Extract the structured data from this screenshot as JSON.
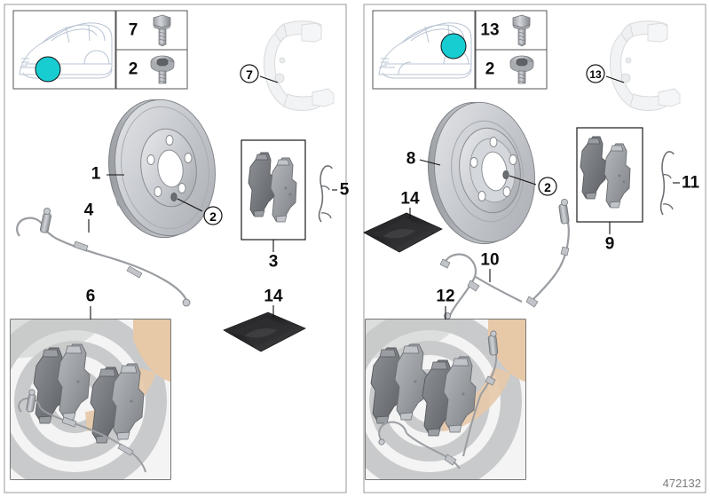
{
  "diagram": {
    "id": "472132",
    "type": "exploded-parts-diagram",
    "subject": "Brake discs, brake pads and wear sensors",
    "panel_count": 2
  },
  "panels": [
    {
      "key": "left",
      "name": "front-axle-panel",
      "position_marker": "front-wheel",
      "inset": {
        "name": "vehicle-location-inset",
        "vehicle_outline": "sedan-three-quarter-front",
        "highlight_color": "#18cdd2",
        "highlight_location": "front-wheel"
      },
      "fastener_insets": [
        {
          "number": "7",
          "icon": "hex-flange-bolt"
        },
        {
          "number": "2",
          "icon": "countersunk-allen-screw"
        }
      ],
      "parts": [
        {
          "number": "1",
          "name": "brake-disc-ventilated-front",
          "style": "solid"
        },
        {
          "number": "2",
          "name": "disc-retaining-screw",
          "style": "callout-circle"
        },
        {
          "number": "3",
          "name": "brake-pad-set-front",
          "style": "boxed"
        },
        {
          "number": "4",
          "name": "brake-pad-wear-sensor-front",
          "style": "solid"
        },
        {
          "number": "5",
          "name": "retaining-spring-clip-front",
          "style": "solid"
        },
        {
          "number": "6",
          "name": "value-line-brake-pad-kit-front",
          "style": "boxed-photo"
        },
        {
          "number": "7",
          "name": "caliper-carrier-bracket-front",
          "style": "ghosted"
        },
        {
          "number": "14",
          "name": "anti-squeal-paste-sachet",
          "style": "solid"
        }
      ]
    },
    {
      "key": "right",
      "name": "rear-axle-panel",
      "position_marker": "rear-wheel",
      "inset": {
        "name": "vehicle-location-inset",
        "vehicle_outline": "sedan-three-quarter-front",
        "highlight_color": "#18cdd2",
        "highlight_location": "rear-wheel"
      },
      "fastener_insets": [
        {
          "number": "13",
          "icon": "hex-flange-bolt"
        },
        {
          "number": "2",
          "icon": "countersunk-allen-screw"
        }
      ],
      "parts": [
        {
          "number": "8",
          "name": "brake-disc-solid-rear",
          "style": "solid"
        },
        {
          "number": "2",
          "name": "disc-retaining-screw",
          "style": "callout-circle"
        },
        {
          "number": "9",
          "name": "brake-pad-set-rear",
          "style": "boxed"
        },
        {
          "number": "10",
          "name": "brake-pad-wear-sensor-rear",
          "style": "solid"
        },
        {
          "number": "11",
          "name": "retaining-spring-clip-rear",
          "style": "solid"
        },
        {
          "number": "12",
          "name": "value-line-brake-pad-kit-rear",
          "style": "boxed-photo"
        },
        {
          "number": "13",
          "name": "caliper-carrier-bracket-rear",
          "style": "ghosted"
        },
        {
          "number": "14",
          "name": "anti-squeal-paste-sachet",
          "style": "solid"
        }
      ]
    }
  ],
  "labels": {
    "n1": "1",
    "n2": "2",
    "n3": "3",
    "n4": "4",
    "n5": "5",
    "n6": "6",
    "n7": "7",
    "n8": "8",
    "n9": "9",
    "n10": "10",
    "n11": "11",
    "n12": "12",
    "n13": "13",
    "n14": "14",
    "n2b": "2",
    "n2c": "2",
    "n14b": "14"
  },
  "colors": {
    "highlight": "#18cdd2",
    "metal_light": "#d8dade",
    "metal_mid": "#b4b7bc",
    "metal_dark": "#8d9095",
    "pad_dark": "#6f7276",
    "pad_light": "#a7aaae",
    "ghost": "#f0f1f2",
    "pouch": "#2b2b2d",
    "box_bg_gray": "#c9cacb",
    "box_bg_tan": "#e7c9a8",
    "frame_stroke": "#9a9a9a",
    "text": "#0d0d0d",
    "id_text": "#7a7a7a"
  }
}
